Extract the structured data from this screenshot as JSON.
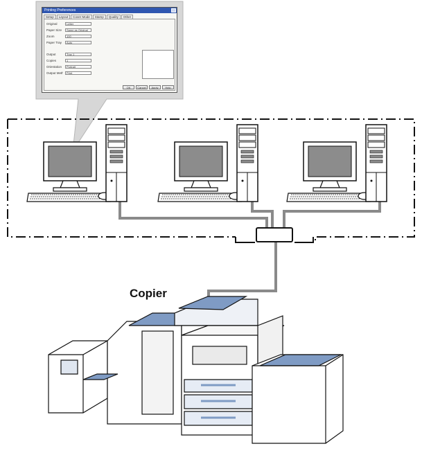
{
  "copier_label": "Copier",
  "driver_dialog": {
    "title": "Printing Preferences",
    "tabs": [
      "Setup",
      "Layout",
      "Cover Mode",
      "Stamp",
      "Quality",
      "Other"
    ],
    "rows": [
      {
        "label": "Original",
        "value": "Letter"
      },
      {
        "label": "Paper Size",
        "value": "Same as Original"
      },
      {
        "label": "Zoom",
        "value": "100"
      },
      {
        "label": "Paper Tray",
        "value": "Auto"
      },
      {
        "label": "Output",
        "value": "Tray 1"
      },
      {
        "label": "Copies",
        "value": "1"
      },
      {
        "label": "Orientation",
        "value": "Portrait"
      },
      {
        "label": "Output Method",
        "value": "Print"
      }
    ],
    "buttons": [
      "OK",
      "Cancel",
      "Apply",
      "Help"
    ]
  },
  "palette": {
    "line": "#000000",
    "cable": "#8a8a8a",
    "screen": "#8c8c8c",
    "body": "#ffffff",
    "copier_accent": "#7f9bc4",
    "callout": "#d7d7d7"
  },
  "icons": [
    "monitor-icon",
    "keyboard-icon",
    "mouse-icon",
    "pc-tower-icon",
    "hub-icon",
    "copier-icon"
  ]
}
